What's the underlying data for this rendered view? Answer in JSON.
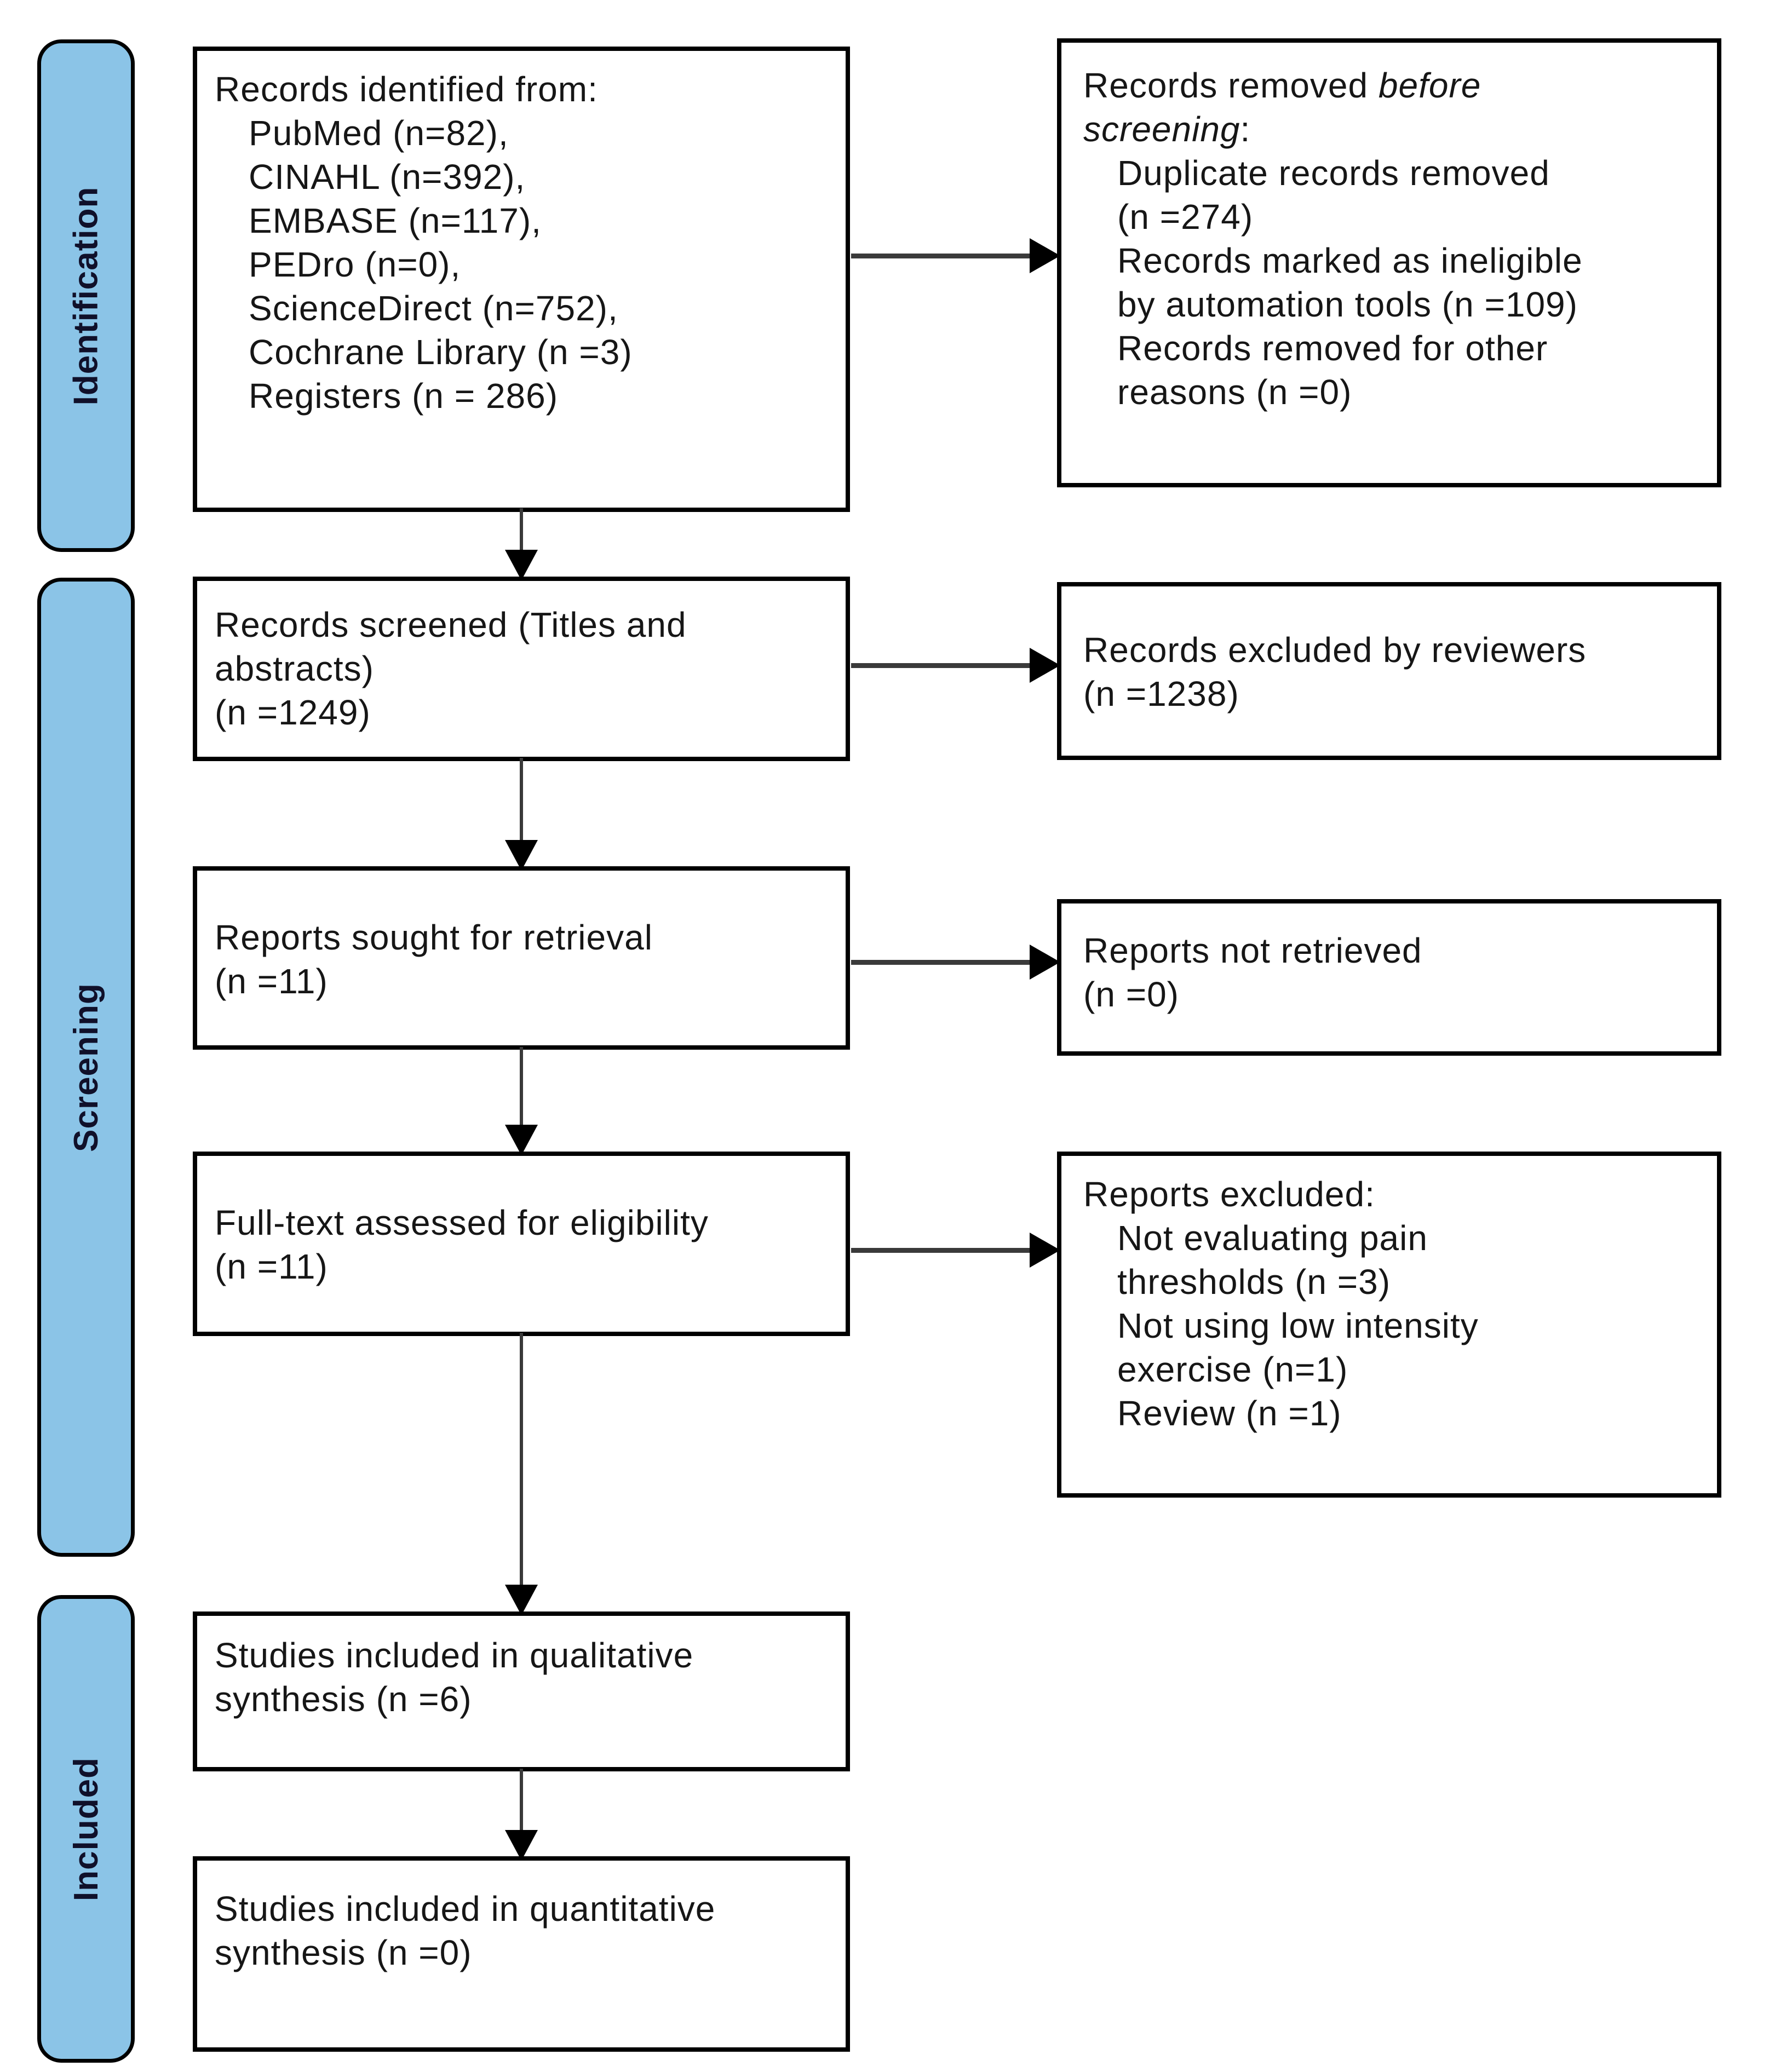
{
  "colors": {
    "stage_fill": "#8bc4e7",
    "stage_text": "#10102a",
    "line_color": "#000000",
    "arrow_color": "#3a3a3a",
    "text_color": "#161616"
  },
  "stages": [
    {
      "label": "Identification"
    },
    {
      "label": "Screening"
    },
    {
      "label": "Included"
    }
  ],
  "boxes": {
    "identified": {
      "heading": "Records identified from:",
      "items": [
        "PubMed (n=82),",
        "CINAHL (n=392),",
        "EMBASE (n=117),",
        "PEDro (n=0),",
        "ScienceDirect (n=752),",
        "Cochrane Library (n =3)",
        "Registers (n = 286)"
      ]
    },
    "removed": {
      "heading_line1_normal": "Records removed ",
      "heading_line1_italic": "before",
      "heading_line2_italic": "screening",
      "heading_line2_suffix": ":",
      "item_lines": [
        "Duplicate records removed",
        "(n =274)",
        "Records marked as ineligible",
        "by automation tools (n =109)",
        "Records removed for other",
        "reasons (n =0)"
      ]
    },
    "screened": {
      "lines": [
        "Records screened (Titles and",
        "abstracts)",
        "(n =1249)"
      ]
    },
    "excluded_reviewers": {
      "lines": [
        "Records excluded by reviewers",
        "(n =1238)"
      ]
    },
    "sought": {
      "lines": [
        "Reports sought for retrieval",
        "(n =11)"
      ]
    },
    "not_retrieved": {
      "lines": [
        "Reports not retrieved",
        "(n =0)"
      ]
    },
    "fulltext": {
      "lines": [
        "Full-text assessed for eligibility",
        "(n =11)"
      ]
    },
    "reports_excluded": {
      "heading": "Reports excluded:",
      "item_lines": [
        "Not evaluating pain",
        "thresholds (n =3)",
        "Not using low intensity",
        "exercise (n=1)",
        "Review (n =1)"
      ]
    },
    "qualitative": {
      "lines": [
        "Studies included in qualitative",
        "synthesis (n =6)"
      ]
    },
    "quantitative": {
      "lines": [
        "Studies included in quantitative",
        "synthesis (n =0)"
      ]
    }
  }
}
